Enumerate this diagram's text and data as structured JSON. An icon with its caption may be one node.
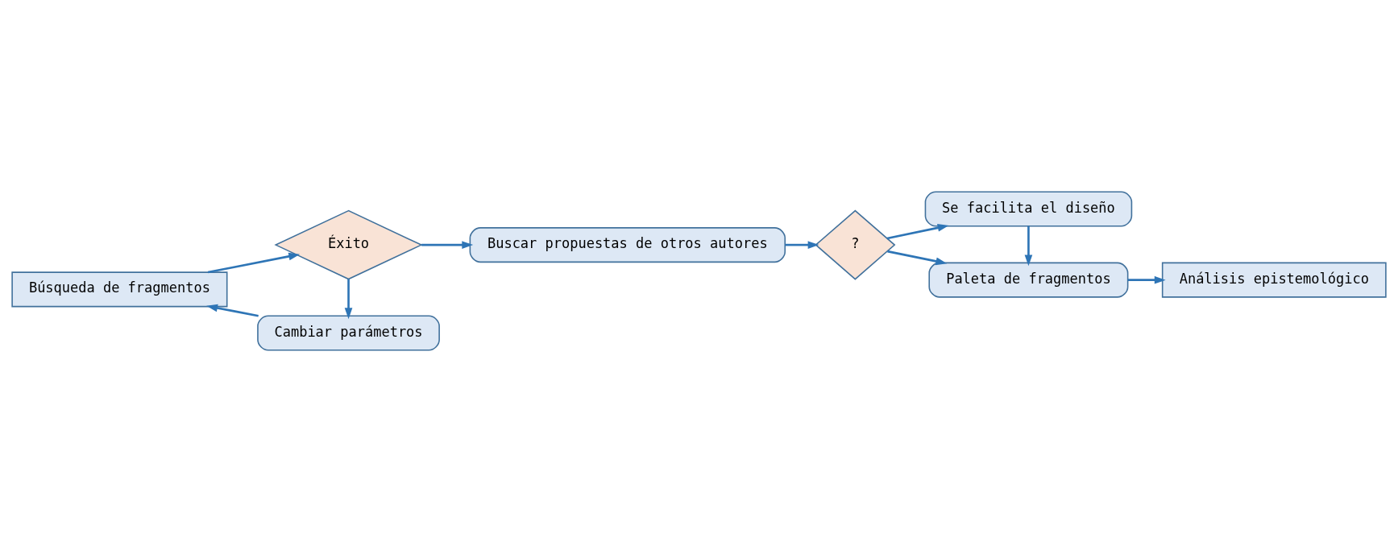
{
  "diagram": {
    "nodes": [
      {
        "text": [
          "Búsqueda de fragmentos"
        ]
      },
      {
        "text": [
          "Éxito"
        ]
      },
      {
        "text": [
          "Buscar propuestas de otros autores"
        ]
      },
      {
        "text": [
          "?"
        ]
      },
      {
        "text": [
          "Se facilita el diseño"
        ]
      },
      {
        "text": [
          "Cambiar parámetros"
        ]
      },
      {
        "text": [
          "Paleta de fragmentos"
        ]
      },
      {
        "text": [
          "Análisis epistemológico"
        ]
      }
    ],
    "edges": [
      {
        "from": 0,
        "to": 1,
        "arrow": "to"
      },
      {
        "from": 1,
        "to": 2,
        "arrow": "to"
      },
      {
        "from": 1,
        "to": 5,
        "arrow": "to"
      },
      {
        "from": 5,
        "to": 0,
        "arrow": "to"
      },
      {
        "from": 2,
        "to": 3,
        "arrow": "to"
      },
      {
        "from": 3,
        "to": 4,
        "arrow": "to"
      },
      {
        "from": 3,
        "to": 6,
        "arrow": "to"
      },
      {
        "from": 4,
        "to": 6,
        "arrow": "to"
      },
      {
        "from": 6,
        "to": 7,
        "arrow": "to"
      }
    ]
  }
}
